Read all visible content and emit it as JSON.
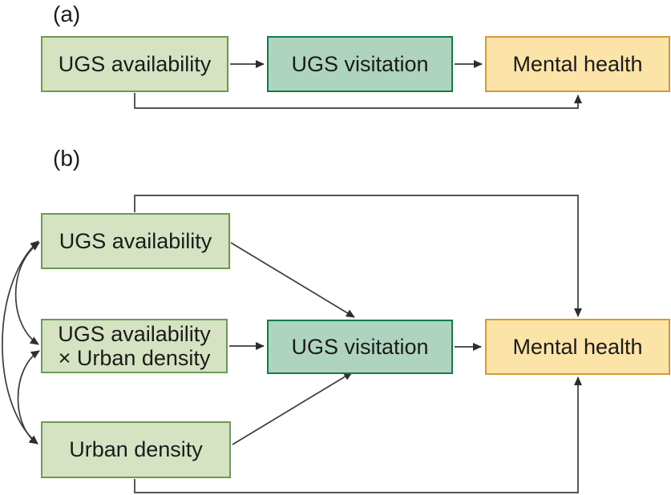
{
  "figure": {
    "type": "path-model-diagram",
    "description": "Conceptual path models linking urban green space (UGS) to mental health"
  },
  "panel_a": {
    "label": "(a)",
    "boxes": {
      "availability": "UGS availability",
      "visitation": "UGS visitation",
      "mental_health": "Mental health"
    },
    "edges": [
      "UGS availability -> UGS visitation",
      "UGS visitation -> Mental health",
      "UGS availability -> Mental health (direct path below)"
    ]
  },
  "panel_b": {
    "label": "(b)",
    "boxes": {
      "availability": "UGS availability",
      "interaction_line1": "UGS availability",
      "interaction_line2": "× Urban density",
      "urban_density": "Urban density",
      "visitation": "UGS visitation",
      "mental_health": "Mental health"
    },
    "edges": [
      "UGS availability -> UGS visitation",
      "UGS availability × Urban density -> UGS visitation",
      "Urban density -> UGS visitation",
      "UGS visitation -> Mental health",
      "UGS availability -> Mental health (direct path above)",
      "Urban density -> Mental health (direct path below)",
      "UGS availability <-> UGS availability × Urban density (covariance)",
      "UGS availability <-> Urban density (covariance)",
      "UGS availability × Urban density <-> Urban density (covariance)"
    ]
  },
  "colors": {
    "green_fill": "#d5e3c3",
    "green_border": "#6b9a53",
    "teal_fill": "#aed4bf",
    "teal_border": "#15794e",
    "yellow_fill": "#fce3a7",
    "yellow_border": "#d59a38",
    "arrow": "#3c3c3c",
    "text": "#1b1b1b",
    "background": "#ffffff"
  }
}
